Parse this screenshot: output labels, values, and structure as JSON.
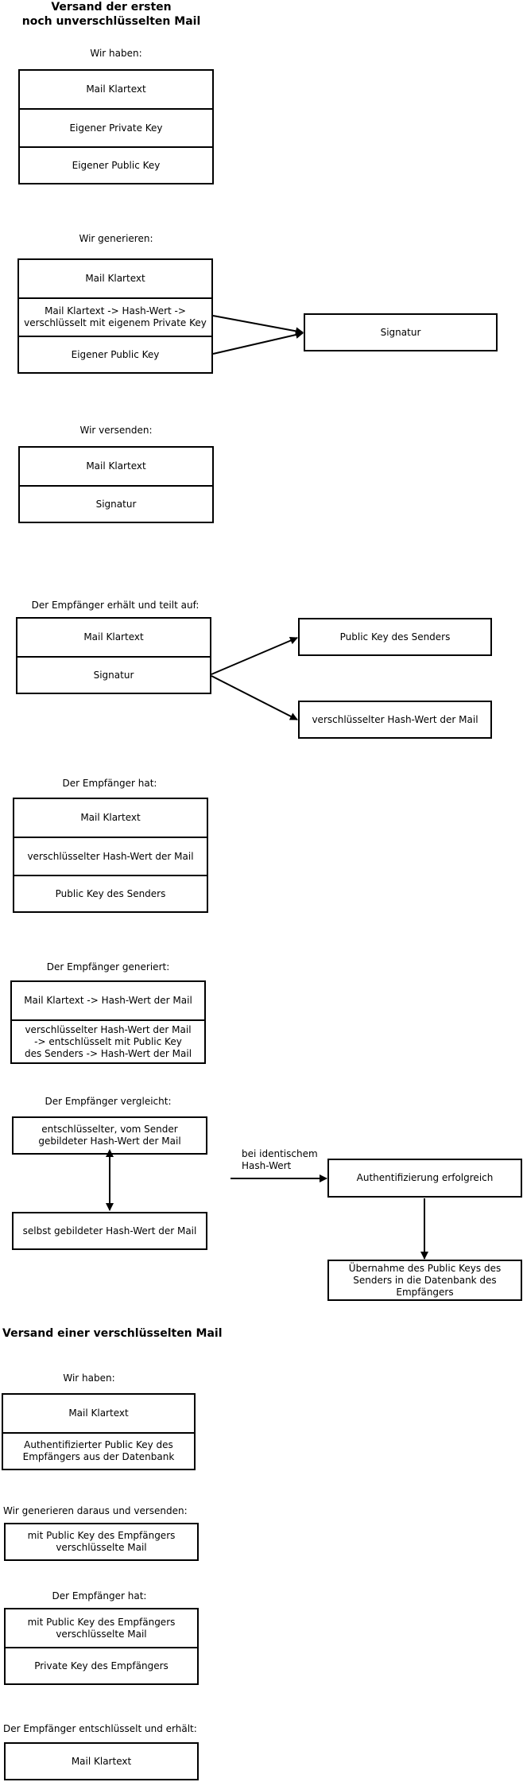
{
  "section1": {
    "title": "Versand der ersten\nnoch unverschlüsselten Mail",
    "step1": {
      "label": "Wir haben:",
      "cells": [
        "Mail Klartext",
        "Eigener Private Key",
        "Eigener Public Key"
      ]
    },
    "step2": {
      "label": "Wir generieren:",
      "cells": [
        "Mail Klartext",
        "Mail Klartext -> Hash-Wert ->\nverschlüsselt mit eigenem Private Key",
        "Eigener Public Key"
      ],
      "result": "Signatur"
    },
    "step3": {
      "label": "Wir versenden:",
      "cells": [
        "Mail Klartext",
        "Signatur"
      ]
    },
    "step4": {
      "label": "Der Empfänger erhält und teilt auf:",
      "cells": [
        "Mail Klartext",
        "Signatur"
      ],
      "out_top": "Public Key des Senders",
      "out_bottom": "verschlüsselter Hash-Wert der Mail"
    },
    "step5": {
      "label": "Der Empfänger hat:",
      "cells": [
        "Mail Klartext",
        "verschlüsselter Hash-Wert der Mail",
        "Public Key des Senders"
      ]
    },
    "step6": {
      "label": "Der Empfänger generiert:",
      "cells": [
        "Mail Klartext -> Hash-Wert der Mail",
        "verschlüsselter Hash-Wert der Mail\n-> entschlüsselt mit Public Key\ndes Senders -> Hash-Wert der Mail"
      ]
    },
    "step7": {
      "label": "Der Empfänger vergleicht:",
      "box_top": "entschlüsselter, vom Sender\ngebildeter Hash-Wert der Mail",
      "box_bottom": "selbst gebildeter Hash-Wert der Mail",
      "edge_label": "bei identischem\nHash-Wert",
      "auth": "Authentifizierung erfolgreich",
      "adopt": "Übernahme des Public Keys des\nSenders in die Datenbank des\nEmpfängers"
    }
  },
  "section2": {
    "title": "Versand einer verschlüsselten Mail",
    "step1": {
      "label": "Wir haben:",
      "cells": [
        "Mail Klartext",
        "Authentifizierter Public Key des\nEmpfängers aus der Datenbank"
      ]
    },
    "step2": {
      "label": "Wir generieren daraus und versenden:",
      "box": "mit Public Key des Empfängers\nverschlüsselte Mail"
    },
    "step3": {
      "label": "Der Empfänger hat:",
      "cells": [
        "mit Public Key des Empfängers\nverschlüsselte Mail",
        "Private Key des Empfängers"
      ]
    },
    "step4": {
      "label": "Der Empfänger entschlüsselt und erhält:",
      "box": "Mail Klartext"
    }
  }
}
